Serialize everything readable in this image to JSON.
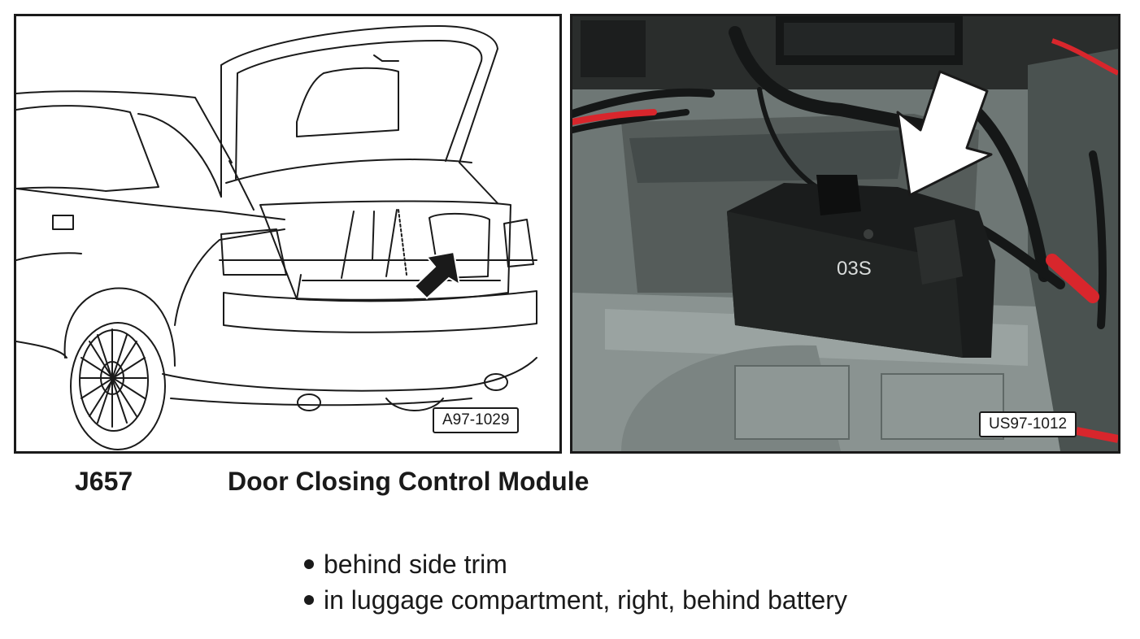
{
  "figures": {
    "left": {
      "ref_code": "A97-1029",
      "description_icon": "car-trunk-line-drawing"
    },
    "right": {
      "ref_code": "US97-1012",
      "module_marking": "03S",
      "description_icon": "module-photo"
    }
  },
  "caption": {
    "code": "J657",
    "title": "Door Closing Control Module"
  },
  "locations": [
    {
      "text": "behind side trim"
    },
    {
      "text": "in luggage compartment, right, behind battery"
    }
  ],
  "colors": {
    "text": "#1a1a1a",
    "photo_background": "#6e7775",
    "cable_sleeve_red": "#d8262c"
  }
}
